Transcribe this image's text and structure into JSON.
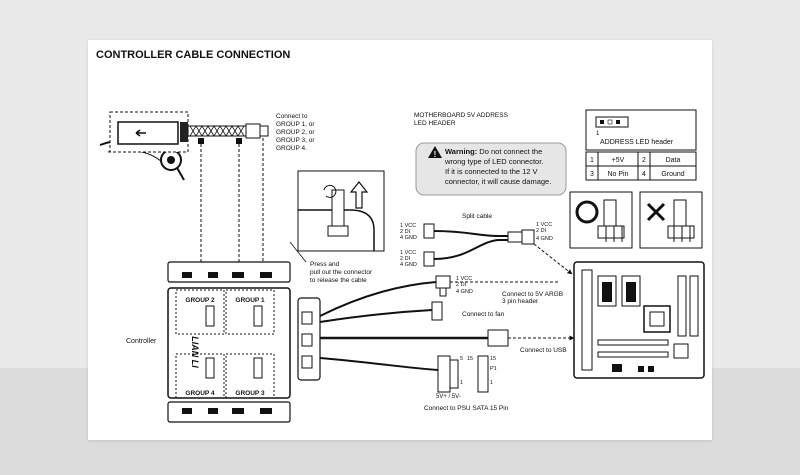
{
  "title": "CONTROLLER CABLE CONNECTION",
  "connect_group": [
    "Connect to",
    "GROUP 1, or",
    "GROUP 2, or",
    "GROUP 3, or",
    "GROUP 4."
  ],
  "motherboard_header": [
    "MOTHERBOARD 5V ADDRESS",
    "LED HEADER"
  ],
  "warning": {
    "label": "Warning:",
    "line1": " Do not connect the",
    "line2": "wrong type of LED connector.",
    "line3": "If it is connected to the 12 V",
    "line4": "connector, it will cause damage."
  },
  "addr_header_label": "ADDRESS LED header",
  "pin_one": "1",
  "pin_table": [
    [
      "1",
      "+5V",
      "2",
      "Data"
    ],
    [
      "3",
      "No Pin",
      "4",
      "Ground"
    ]
  ],
  "press_pull": [
    "Press and",
    "pull out the connector",
    "to release the cable"
  ],
  "split_cable": "Split cable",
  "pins": {
    "vcc": "1 VCC",
    "di": "2 DI",
    "gnd": "4 GND",
    "vcc_right": "1 VCC",
    "di_right": "2 DI",
    "gnd_right": "4 GND"
  },
  "controller_label": "Controller",
  "controller_brand": "LIAN LI",
  "groups": [
    "GROUP 2",
    "GROUP 1",
    "GROUP 4",
    "GROUP 3"
  ],
  "connect_argb": [
    "Connect to 5V ARGB",
    "3 pin header"
  ],
  "connect_fan": "Connect to fan",
  "connect_usb": "Connect to USB",
  "sata_pins": {
    "left": "15",
    "middle": "5",
    "right": "15",
    "p1": "P1",
    "one_a": "1",
    "one_b": "1"
  },
  "sata_power": "5V+ / 5V-",
  "connect_psu": "Connect  to PSU SATA 15 Pin",
  "colors": {
    "page_bg": "#e9e9e9",
    "sheet": "#ffffff",
    "ink": "#111111",
    "warning_bg": "#e6e6e6"
  }
}
